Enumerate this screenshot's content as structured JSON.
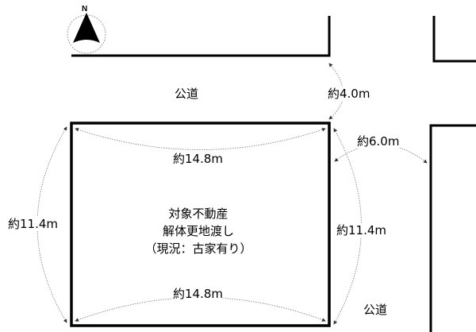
{
  "compass": {
    "north_label": "N"
  },
  "roads": {
    "top_road": "公道",
    "right_road": "公道"
  },
  "dimensions": {
    "road_width_top": "約4.0m",
    "road_width_right": "約6.0m",
    "top_side": "約14.8m",
    "bottom_side": "約14.8m",
    "left_side": "約11.4m",
    "right_side": "約11.4m"
  },
  "property": {
    "line1": "対象不動産",
    "line2": "解体更地渡し",
    "line3": "（現況：古家有り）"
  }
}
